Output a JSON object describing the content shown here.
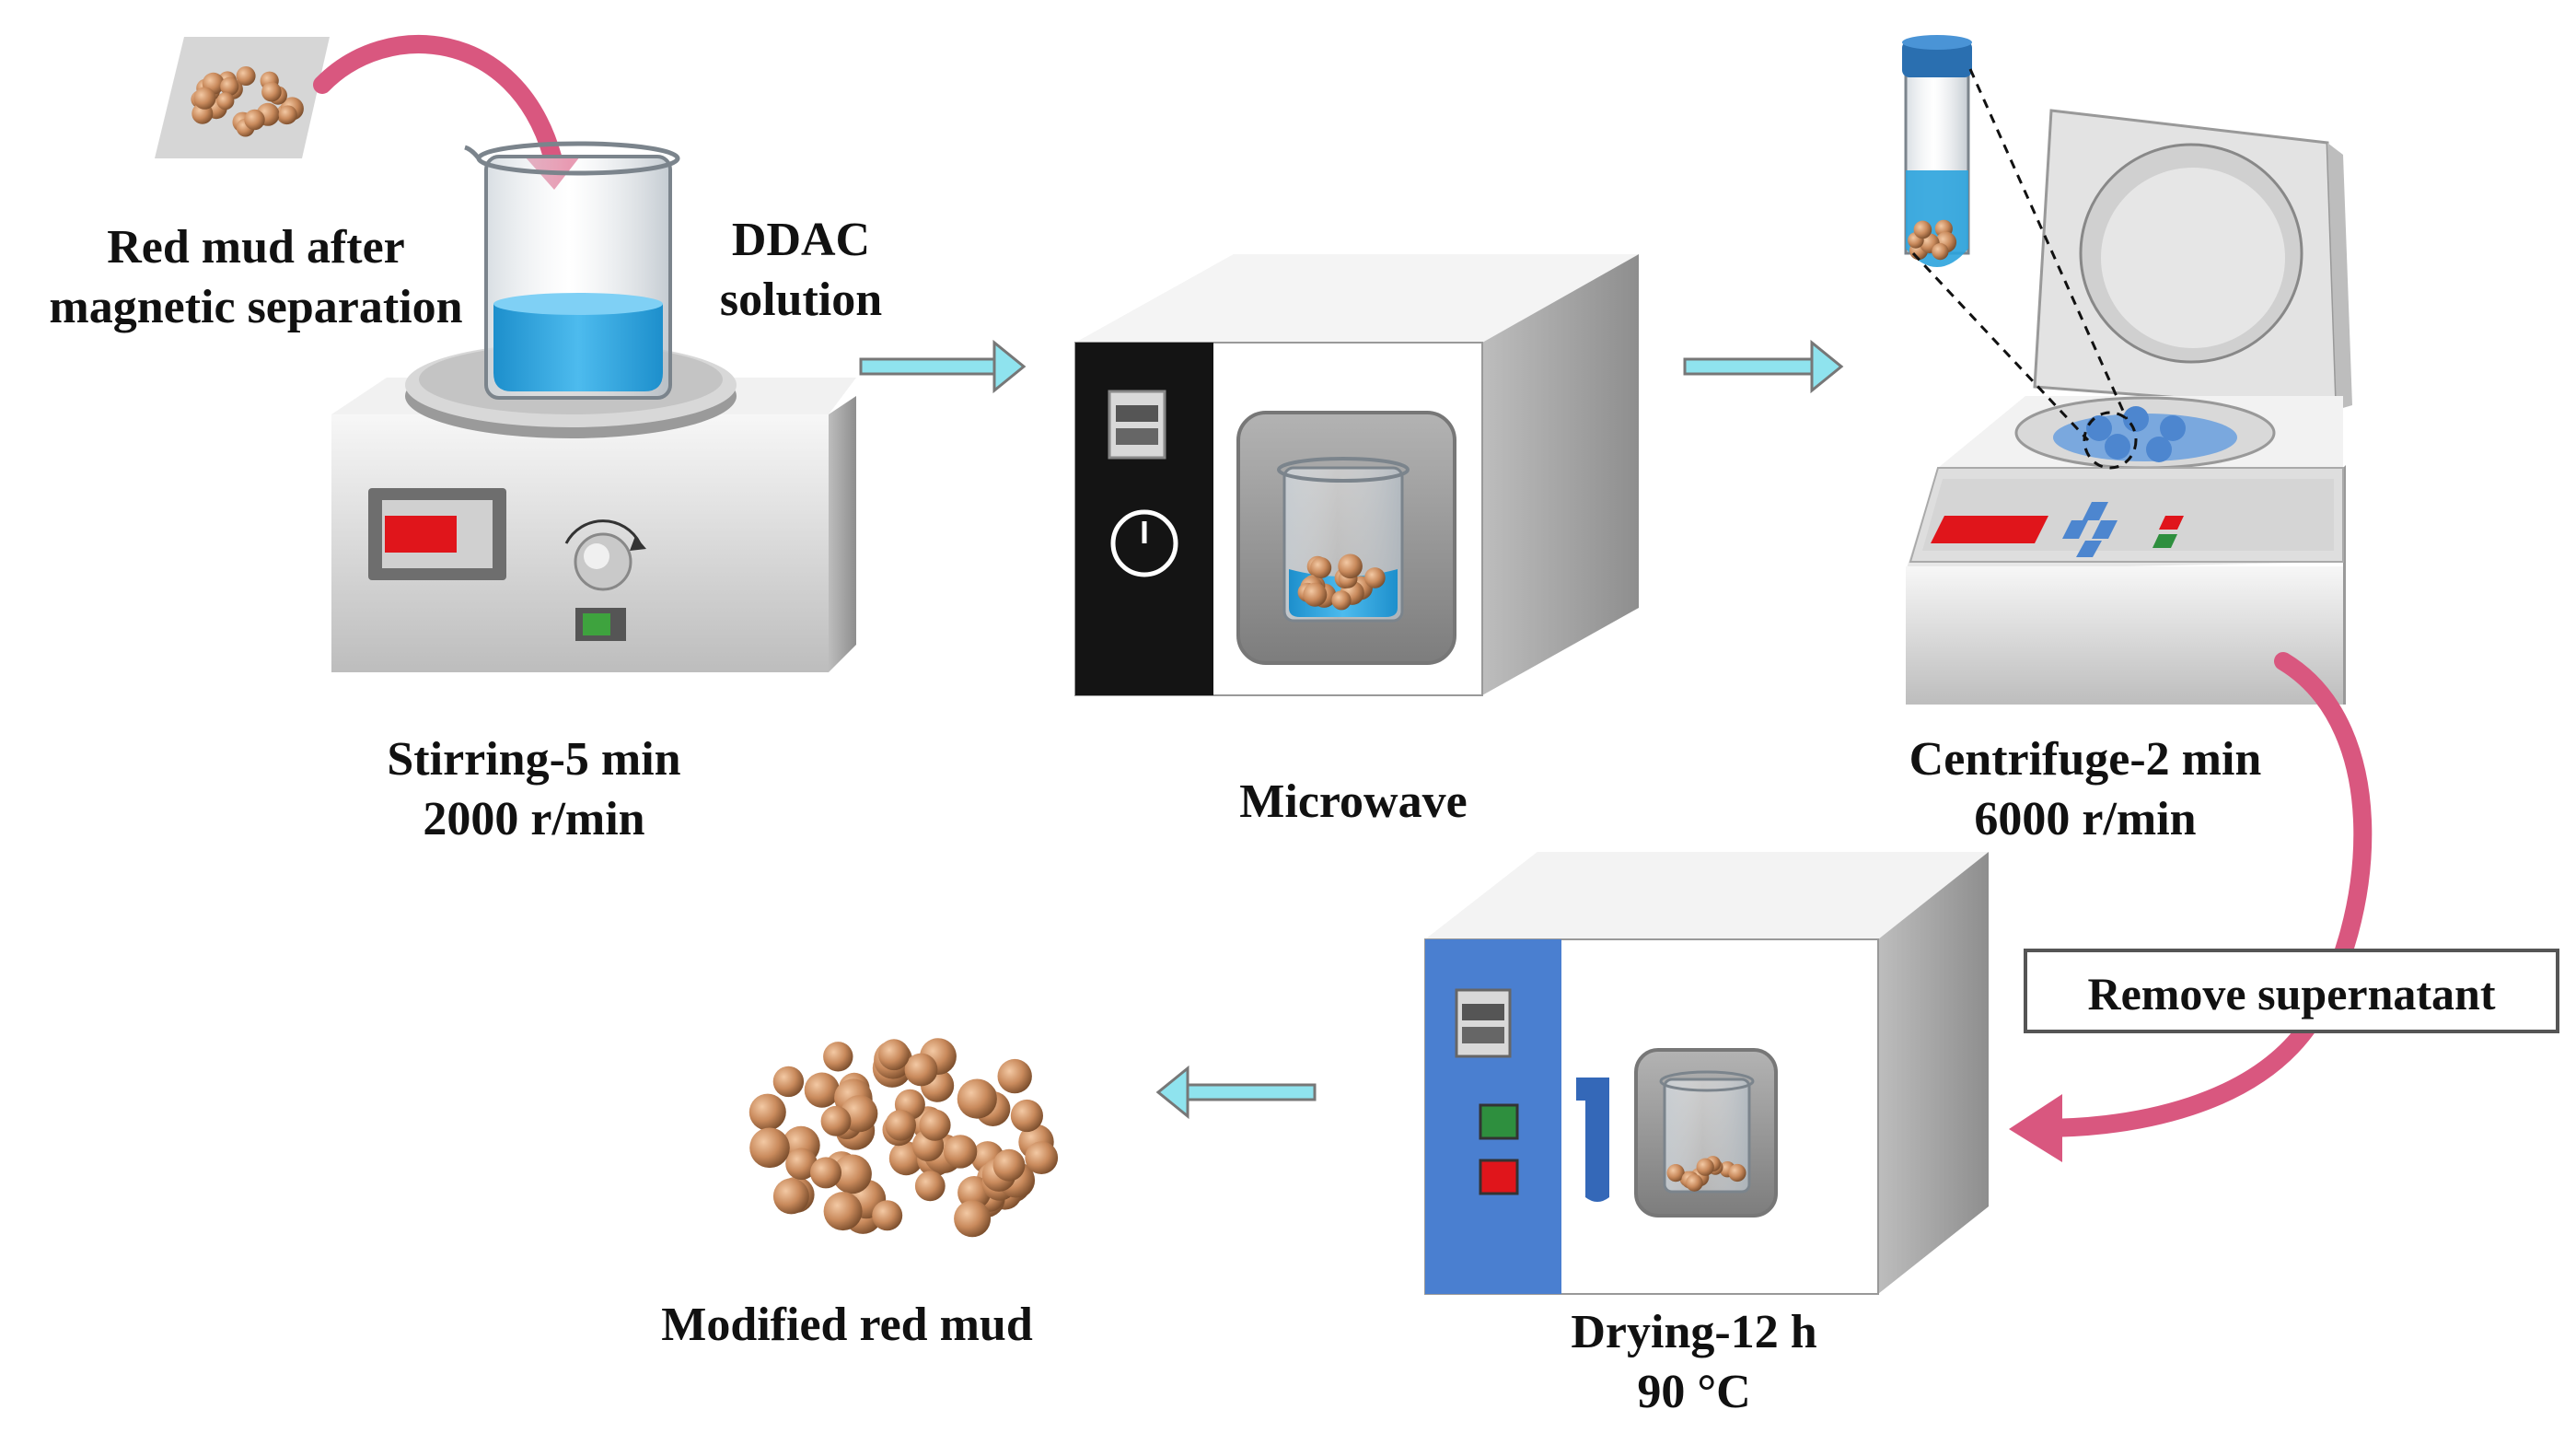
{
  "labels": {
    "red_mud_line1": "Red mud after",
    "red_mud_line2": "magnetic separation",
    "ddac_line1": "DDAC",
    "ddac_line2": "solution",
    "stirring_line1": "Stirring-5 min",
    "stirring_line2": "2000 r/min",
    "microwave": "Microwave",
    "centrifuge_line1": "Centrifuge-2 min",
    "centrifuge_line2": "6000 r/min",
    "remove": "Remove supernatant",
    "drying_line1": "Drying-12 h",
    "drying_line2": "90 °C",
    "modified": "Modified red mud"
  },
  "colors": {
    "solution": "#2ba3dd",
    "particle": "#c98a5c",
    "arrow_pink": "#d9577f",
    "arrow_cyan": "#8fe3ee",
    "oven_blue": "#4a7fd0",
    "display_red": "#e0151b"
  }
}
